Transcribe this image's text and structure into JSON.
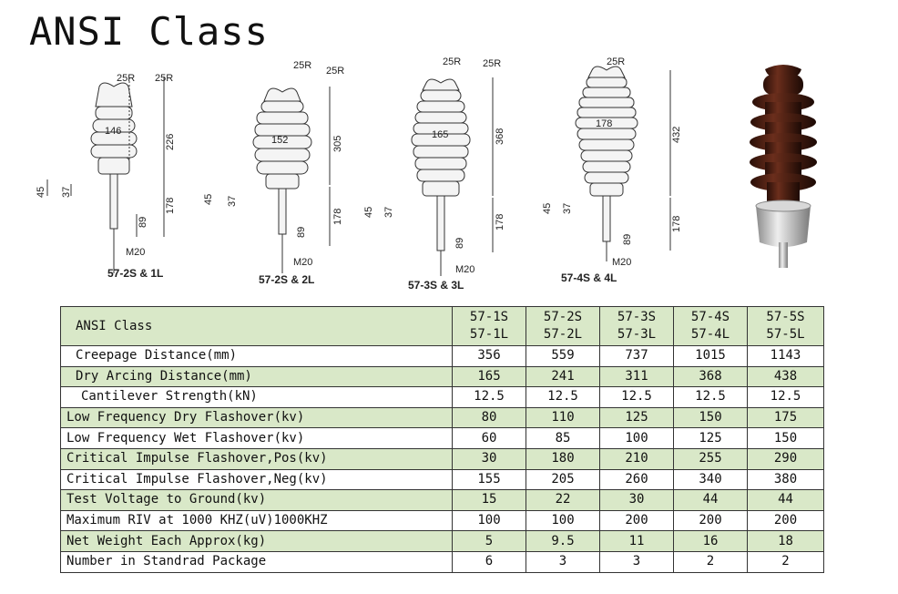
{
  "title": "ANSI Class",
  "drawings": [
    {
      "caption": "57-2S & 1L",
      "dims": {
        "r1": "25R",
        "r2": "25R",
        "dia": "146",
        "h1": "226",
        "h2": "178",
        "h3": "89",
        "s1": "45",
        "s2": "37",
        "thread": "M20"
      }
    },
    {
      "caption": "57-2S & 2L",
      "dims": {
        "r1": "25R",
        "r2": "25R",
        "dia": "152",
        "h1": "305",
        "h2": "178",
        "h3": "89",
        "s1": "45",
        "s2": "37",
        "thread": "M20"
      }
    },
    {
      "caption": "57-3S & 3L",
      "dims": {
        "r1": "25R",
        "r2": "25R",
        "dia": "165",
        "h1": "368",
        "h2": "178",
        "h3": "89",
        "s1": "45",
        "s2": "37",
        "thread": "M20"
      }
    },
    {
      "caption": "57-4S & 4L",
      "dims": {
        "r1": "25R",
        "dia": "178",
        "h1": "432",
        "h2": "178",
        "h3": "89",
        "s1": "45",
        "s2": "37",
        "thread": "M20"
      }
    }
  ],
  "photo": {
    "body_color": "#4a1f12",
    "cap_color": "#c8c8c8"
  },
  "table": {
    "header": {
      "label": "ANSI Class",
      "cols": [
        {
          "top": "57-1S",
          "bottom": "57-1L"
        },
        {
          "top": "57-2S",
          "bottom": "57-2L"
        },
        {
          "top": "57-3S",
          "bottom": "57-3L"
        },
        {
          "top": "57-4S",
          "bottom": "57-4L"
        },
        {
          "top": "57-5S",
          "bottom": "57-5L"
        }
      ]
    },
    "rows": [
      {
        "label": "Creepage Distance(mm)",
        "values": [
          "356",
          "559",
          "737",
          "1015",
          "1143"
        ]
      },
      {
        "label": "Dry Arcing Distance(mm)",
        "values": [
          "165",
          "241",
          "311",
          "368",
          "438"
        ]
      },
      {
        "label": "Cantilever Strength(kN)",
        "values": [
          "12.5",
          "12.5",
          "12.5",
          "12.5",
          "12.5"
        ]
      },
      {
        "label": "Low Frequency Dry Flashover(kv)",
        "values": [
          "80",
          "110",
          "125",
          "150",
          "175"
        ]
      },
      {
        "label": "Low Frequency Wet Flashover(kv)",
        "values": [
          "60",
          "85",
          "100",
          "125",
          "150"
        ]
      },
      {
        "label": "Critical Impulse Flashover,Pos(kv)",
        "values": [
          "30",
          "180",
          "210",
          "255",
          "290"
        ]
      },
      {
        "label": "Critical Impulse Flashover,Neg(kv)",
        "values": [
          "155",
          "205",
          "260",
          "340",
          "380"
        ]
      },
      {
        "label": "Test Voltage to Ground(kv)",
        "values": [
          "15",
          "22",
          "30",
          "44",
          "44"
        ]
      },
      {
        "label": "Maximum RIV at 1000 KHZ(uV)1000KHZ",
        "values": [
          "100",
          "100",
          "200",
          "200",
          "200"
        ]
      },
      {
        "label": "Net Weight Each Approx(kg)",
        "values": [
          "5",
          "9.5",
          "11",
          "16",
          "18"
        ]
      },
      {
        "label": "Number in Standrad Package",
        "values": [
          "6",
          "3",
          "3",
          "2",
          "2"
        ]
      }
    ]
  }
}
